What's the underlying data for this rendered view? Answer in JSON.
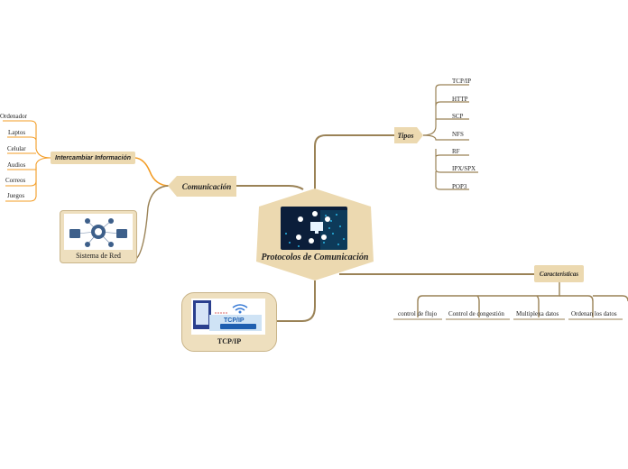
{
  "center": {
    "title": "Protocolos de Comunicación",
    "icon": "network-devices-image"
  },
  "comunicacion": {
    "label": "Comunicación",
    "intercambiar": {
      "label": "Intercambiar Información",
      "items": [
        "Ordenador",
        "Laptos",
        "Celular",
        "Audios",
        "Correos",
        "Juegos"
      ]
    },
    "sistema_red": {
      "label": "Sistema de Red",
      "icon": "network-diagram-image"
    }
  },
  "tipos": {
    "label": "Tipos",
    "items": [
      "TCP/IP",
      "HTTP",
      "SCP",
      "NFS",
      "RF",
      "IPX/SPX",
      "POP3"
    ]
  },
  "caracteristicas": {
    "label": "Características",
    "items": [
      "control de flujo",
      "Control de congestión",
      "Multiplexa datos",
      "Ordenan los datos"
    ]
  },
  "tcpip_card": {
    "label": "TCP/IP",
    "image_text": "TCP/IP",
    "icon": "wifi-router-image"
  },
  "colors": {
    "branch": "#9a8256",
    "orange": "#f39c24",
    "node_fill": "#ecd9b0",
    "dark_blue": "#0b1e3a"
  }
}
